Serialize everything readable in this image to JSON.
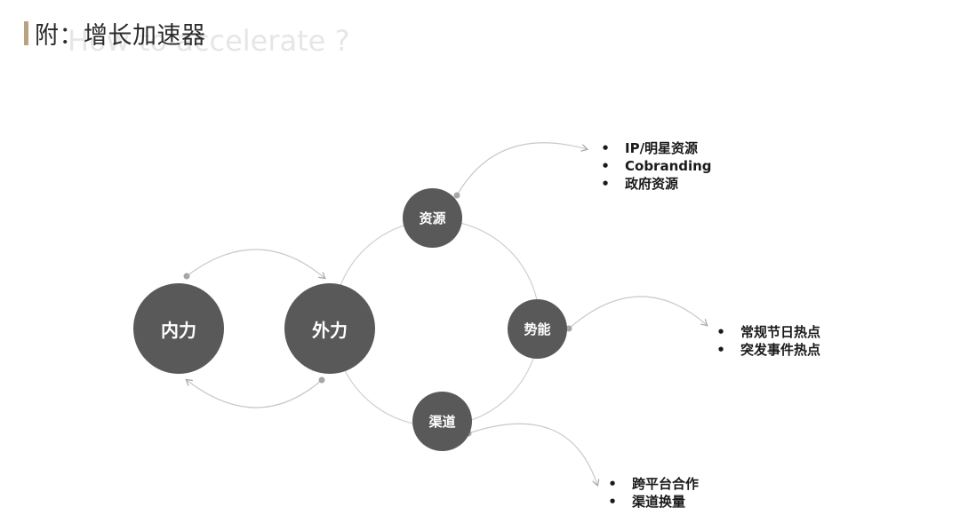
{
  "header": {
    "title": "附：增长加速器",
    "subtitle": "How to accelerate ?"
  },
  "nodes": {
    "internal": "内力",
    "external": "外力",
    "resources": "资源",
    "momentum": "势能",
    "channels": "渠道"
  },
  "lists": {
    "resources": [
      "IP/明星资源",
      "Cobranding",
      "政府资源"
    ],
    "momentum": [
      "常规节日热点",
      "突发事件热点"
    ],
    "channels": [
      "跨平台合作",
      "渠道换量"
    ]
  },
  "colors": {
    "accent": "#b9a27f",
    "node": "#595959",
    "line": "#c8c8c8",
    "dot": "#a6a6a6"
  }
}
